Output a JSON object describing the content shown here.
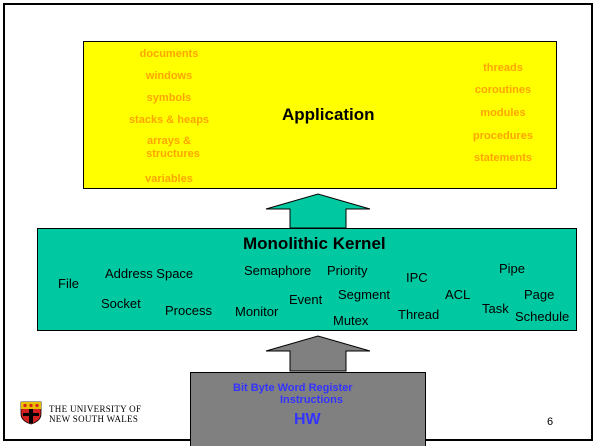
{
  "application": {
    "title": "Application",
    "left_items": [
      "documents",
      "windows",
      "symbols",
      "stacks & heaps",
      "arrays &",
      "structures",
      "variables"
    ],
    "right_items": [
      "threads",
      "coroutines",
      "modules",
      "procedures",
      "statements"
    ]
  },
  "kernel": {
    "title": "Monolithic Kernel",
    "items": [
      "File",
      "Address Space",
      "Semaphore",
      "Priority",
      "IPC",
      "Pipe",
      "Socket",
      "Process",
      "Monitor",
      "Event",
      "Segment",
      "ACL",
      "Task",
      "Page",
      "Mutex",
      "Thread",
      "Schedule"
    ]
  },
  "hardware": {
    "items_line1": "Bit   Byte   Word   Register",
    "items_line2": "Instructions",
    "title": "HW"
  },
  "footer": {
    "logo_line1": "THE UNIVERSITY OF",
    "logo_line2": "NEW SOUTH WALES",
    "page_number": "6"
  },
  "colors": {
    "application": "#ffff00",
    "application_text": "#ffa500",
    "kernel": "#00c8a0",
    "hardware": "#808080",
    "hardware_text": "#3333ff",
    "upper_arrow": "#00c8a0",
    "lower_arrow": "#808080"
  }
}
